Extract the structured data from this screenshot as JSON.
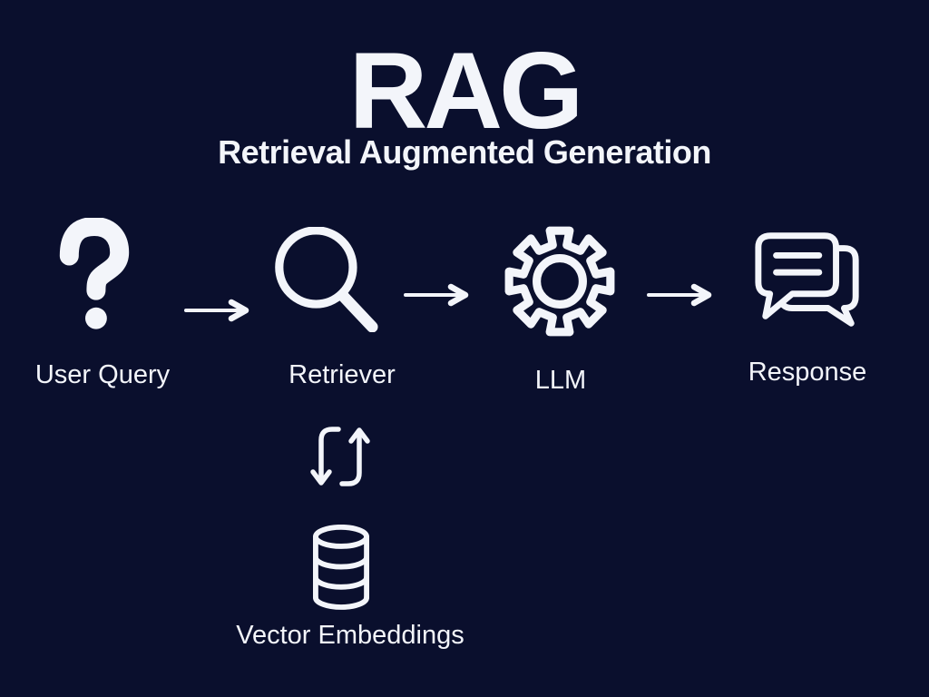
{
  "colors": {
    "background": "#0a0f2d",
    "foreground": "#f3f5fa"
  },
  "header": {
    "title": "RAG",
    "subtitle": "Retrieval Augmented Generation"
  },
  "flow": {
    "steps": [
      {
        "id": "user-query",
        "label": "User Query",
        "icon": "question-mark-icon"
      },
      {
        "id": "retriever",
        "label": "Retriever",
        "icon": "magnifying-glass-icon"
      },
      {
        "id": "llm",
        "label": "LLM",
        "icon": "gear-icon"
      },
      {
        "id": "response",
        "label": "Response",
        "icon": "chat-bubbles-icon"
      }
    ],
    "connector_icon": "right-arrow-icon"
  },
  "datastore": {
    "label": "Vector Embeddings",
    "icon": "database-cylinder-icon",
    "exchange_icon": "sync-arrows-icon"
  }
}
